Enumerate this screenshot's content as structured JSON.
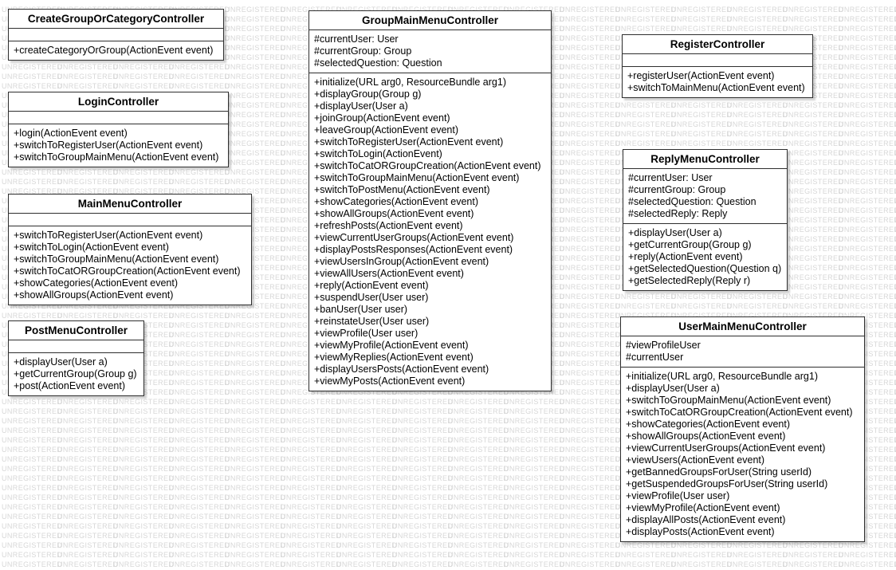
{
  "watermark": {
    "text": "UNREGISTERED",
    "color": "#d7d7d7"
  },
  "diagram": {
    "classes": [
      {
        "name": "CreateGroupOrCategoryController",
        "attributes": [],
        "methods": [
          "+createCategoryOrGroup(ActionEvent event)"
        ]
      },
      {
        "name": "LoginController",
        "attributes": [],
        "methods": [
          "+login(ActionEvent event)",
          "+switchToRegisterUser(ActionEvent event)",
          "+switchToGroupMainMenu(ActionEvent event)"
        ]
      },
      {
        "name": "MainMenuController",
        "attributes": [],
        "methods": [
          "+switchToRegisterUser(ActionEvent event)",
          "+switchToLogin(ActionEvent event)",
          "+switchToGroupMainMenu(ActionEvent event)",
          "+switchToCatORGroupCreation(ActionEvent event)",
          "+showCategories(ActionEvent event)",
          "+showAllGroups(ActionEvent event)"
        ]
      },
      {
        "name": "PostMenuController",
        "attributes": [],
        "methods": [
          "+displayUser(User a)",
          "+getCurrentGroup(Group g)",
          "+post(ActionEvent event)"
        ]
      },
      {
        "name": "GroupMainMenuController",
        "attributes": [
          "#currentUser: User",
          "#currentGroup: Group",
          "#selectedQuestion: Question"
        ],
        "methods": [
          "+initialize(URL arg0, ResourceBundle arg1)",
          "+displayGroup(Group g)",
          "+displayUser(User a)",
          "+joinGroup(ActionEvent event)",
          "+leaveGroup(ActionEvent event)",
          "+switchToRegisterUser(ActionEvent event)",
          "+switchToLogin(ActionEvent)",
          "+switchToCatORGroupCreation(ActionEvent event)",
          "+switchToGroupMainMenu(ActionEvent event)",
          "+switchToPostMenu(ActionEvent event)",
          "+showCategories(ActionEvent event)",
          "+showAllGroups(ActionEvent event)",
          "+refreshPosts(ActionEvent event)",
          "+viewCurrentUserGroups(ActionEvent event)",
          "+displayPostsResponses(ActionEvent event)",
          "+viewUsersInGroup(ActionEvent event)",
          "+viewAllUsers(ActionEvent event)",
          "+reply(ActionEvent event)",
          "+suspendUser(User user)",
          "+banUser(User user)",
          "+reinstateUser(User user)",
          "+viewProfile(User user)",
          "+viewMyProfile(ActionEvent event)",
          "+viewMyReplies(ActionEvent event)",
          "+displayUsersPosts(ActionEvent event)",
          "+viewMyPosts(ActionEvent event)"
        ]
      },
      {
        "name": "RegisterController",
        "attributes": [],
        "methods": [
          "+registerUser(ActionEvent event)",
          "+switchToMainMenu(ActionEvent event)"
        ]
      },
      {
        "name": "ReplyMenuController",
        "attributes": [
          "#currentUser: User",
          "#currentGroup: Group",
          "#selectedQuestion: Question",
          "#selectedReply: Reply"
        ],
        "methods": [
          "+displayUser(User a)",
          "+getCurrentGroup(Group g)",
          "+reply(ActionEvent event)",
          "+getSelectedQuestion(Question q)",
          "+getSelectedReply(Reply r)"
        ]
      },
      {
        "name": "UserMainMenuController",
        "attributes": [
          "#viewProfileUser",
          "#currentUser"
        ],
        "methods": [
          "+initialize(URL arg0, ResourceBundle arg1)",
          "+displayUser(User a)",
          "+switchToGroupMainMenu(ActionEvent event)",
          "+switchToCatORGroupCreation(ActionEvent event)",
          "+showCategories(ActionEvent event)",
          "+showAllGroups(ActionEvent event)",
          "+viewCurrentUserGroups(ActionEvent event)",
          "+viewUsers(ActionEvent event)",
          "+getBannedGroupsForUser(String userId)",
          "+getSuspendedGroupsForUser(String userId)",
          "+viewProfile(User user)",
          "+viewMyProfile(ActionEvent event)",
          "+displayAllPosts(ActionEvent event)",
          "+displayPosts(ActionEvent event)"
        ]
      }
    ]
  }
}
